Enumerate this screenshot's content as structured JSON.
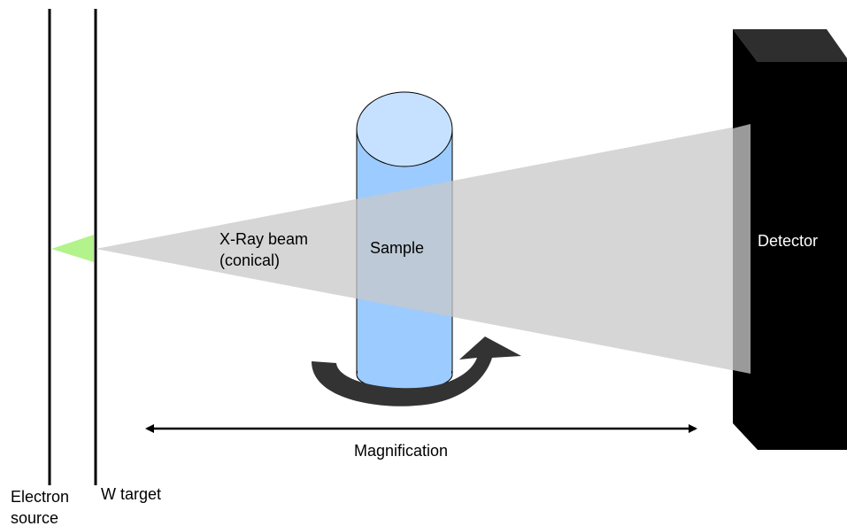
{
  "labels": {
    "beam_line1": "X-Ray beam",
    "beam_line2": "(conical)",
    "sample": "Sample",
    "detector": "Detector",
    "magnification": "Magnification",
    "electron_line1": "Electron",
    "electron_line2": "source",
    "w_target": "W target"
  },
  "colors": {
    "beam": "#d8d8d8",
    "spot": "#b3f38b",
    "sample_body": "#9ccbff",
    "sample_top": "#c6e1ff",
    "detector": "#000000",
    "detector_top": "#333333",
    "arrow": "#333333"
  }
}
